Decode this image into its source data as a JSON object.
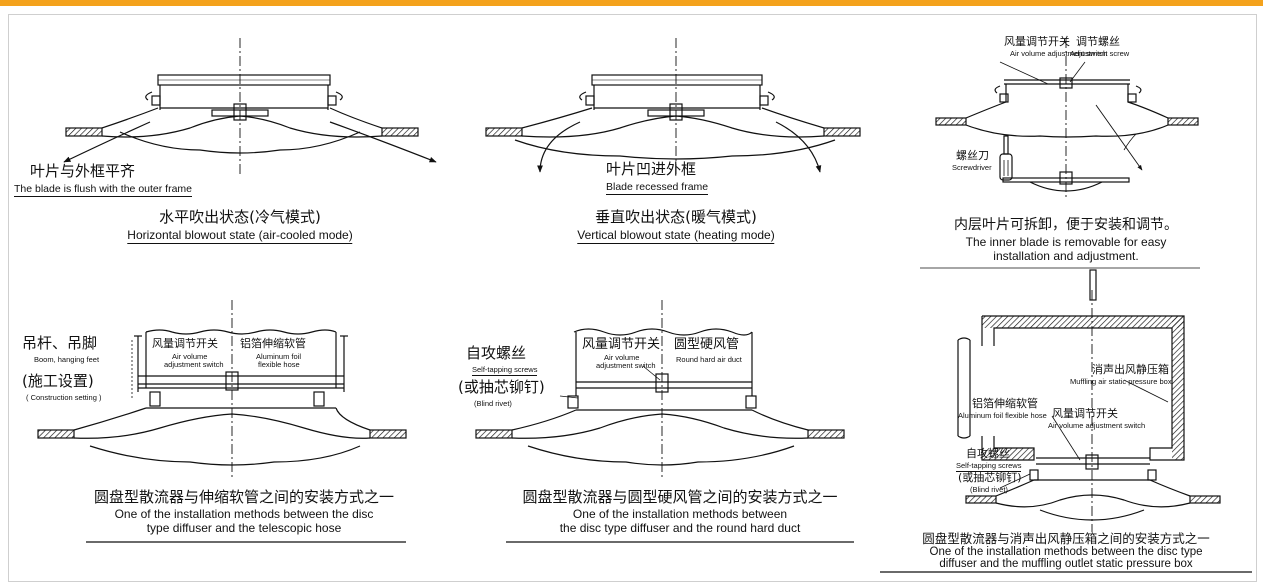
{
  "colors": {
    "accent_bar": "#f4a21c",
    "line": "#111111"
  },
  "panels": [
    {
      "callout_zh": "叶片与外框平齐",
      "callout_en": "The blade is flush with the outer frame",
      "caption_zh": "水平吹出状态(冷气模式)",
      "caption_en": "Horizontal blowout state (air-cooled mode)"
    },
    {
      "callout_zh": "叶片凹进外框",
      "callout_en": "Blade recessed frame",
      "caption_zh": "垂直吹出状态(暖气模式)",
      "caption_en": "Vertical blowout state (heating mode)"
    },
    {
      "label1_zh": "风量调节开关",
      "label1_en": "Air volume adjustment switch",
      "label2_zh": "调节螺丝",
      "label2_en": "Adjustment screw",
      "tool_zh": "螺丝刀",
      "tool_en": "Screwdriver",
      "caption_zh": "内层叶片可拆卸，便于安装和调节。",
      "caption_en_1": "The inner blade is removable for easy",
      "caption_en_2": "installation and adjustment."
    },
    {
      "hanger_zh": "吊杆、吊脚",
      "hanger_en": "Boom, hanging feet",
      "setting_zh": "(施工设置)",
      "setting_en": "( Construction setting )",
      "switch_zh": "风量调节开关",
      "switch_en_1": "Air volume",
      "switch_en_2": "adjustment switch",
      "hose_zh": "铝箔伸缩软管",
      "hose_en_1": "Aluminum foil",
      "hose_en_2": "flexible hose",
      "caption_zh": "圆盘型散流器与伸缩软管之间的安装方式之一",
      "caption_en_1": "One of the installation methods between the disc",
      "caption_en_2": "type diffuser and the telescopic hose"
    },
    {
      "screws_zh": "自攻螺丝",
      "screws_en": "Self-tapping screws",
      "rivet_zh": "(或抽芯铆钉)",
      "rivet_en": "(Blind rivet)",
      "switch_zh": "风量调节开关",
      "switch_en_1": "Air volume",
      "switch_en_2": "adjustment switch",
      "duct_zh": "圆型硬风管",
      "duct_en": "Round hard air duct",
      "caption_zh": "圆盘型散流器与圆型硬风管之间的安装方式之一",
      "caption_en_1": "One of the installation methods between",
      "caption_en_2": "the disc type diffuser and the round hard duct"
    },
    {
      "box_zh": "消声出风静压箱",
      "box_en": "Muffling air static pressure box",
      "hose_zh": "铝箔伸缩软管",
      "hose_en": "Aluminum foil flexible hose",
      "switch_zh": "风量调节开关",
      "switch_en": "Air volume adjustment switch",
      "screws_zh": "自攻螺丝",
      "screws_en": "Self-tapping screws",
      "rivet_zh": "(或抽芯铆钉)",
      "rivet_en": "(Blind rivet)",
      "caption_zh": "圆盘型散流器与消声出风静压箱之间的安装方式之一",
      "caption_en_1": "One of the installation methods between the disc type",
      "caption_en_2": "diffuser and the muffling outlet static pressure box"
    }
  ]
}
